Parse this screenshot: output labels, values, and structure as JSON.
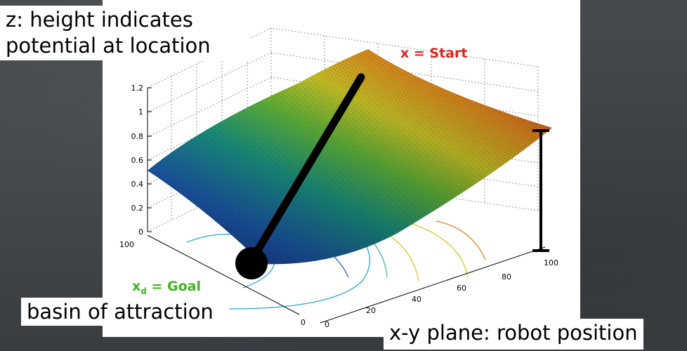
{
  "captions": {
    "z_height_line1": "z: height indicates",
    "z_height_line2": "potential at location",
    "basin": "basin of attraction",
    "xy_plane": "x-y plane: robot position"
  },
  "annotations": {
    "start": "x = Start",
    "goal_base": "x",
    "goal_sub": "d",
    "goal_rest": " = Goal"
  },
  "axes": {
    "z_ticks": [
      "1.2",
      "1",
      "0.8",
      "0.6",
      "0.4",
      "0.2",
      "0"
    ],
    "y_ticks_left": [
      "100",
      "0"
    ],
    "x_ticks": [
      "0",
      "20",
      "40",
      "60",
      "80",
      "100"
    ]
  },
  "colors": {
    "start_label": "#d9281c",
    "goal_label": "#3fb51f",
    "background": "#3f4347"
  }
}
